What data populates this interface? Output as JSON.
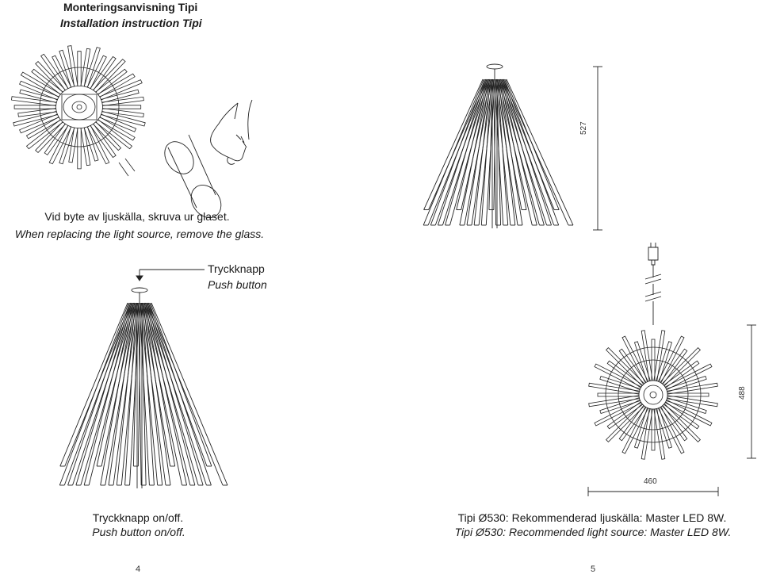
{
  "header": {
    "title_sv": "Monteringsanvisning Tipi",
    "title_en": "Installation instruction Tipi"
  },
  "replace_note": {
    "sv": "Vid byte av ljuskälla, skruva ur glaset.",
    "en": "When replacing the light source, remove the glass."
  },
  "push_label": {
    "sv": "Tryckknapp",
    "en": "Push button"
  },
  "onoff_note": {
    "sv": "Tryckknapp on/off.",
    "en": "Push button on/off."
  },
  "recommendation": {
    "sv": "Tipi Ø530: Rekommenderad ljuskälla: Master LED 8W.",
    "en": "Tipi Ø530: Recommended light source: Master LED 8W."
  },
  "dimensions": {
    "height_side": "527",
    "height_top": "488",
    "width_top": "460"
  },
  "pages": {
    "left": "4",
    "right": "5"
  }
}
